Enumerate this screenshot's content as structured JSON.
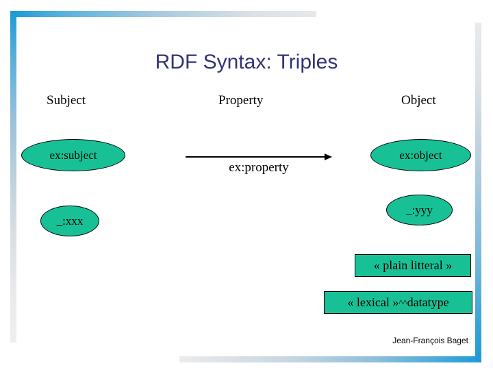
{
  "slide": {
    "title": "RDF Syntax: Triples",
    "title_color": "#333377",
    "footer_author": "Jean-François Baget",
    "background": "#ffffff"
  },
  "theme": {
    "accent_blue": "#1c9ad6",
    "fade_gray": "#e9eaec",
    "node_green": "#18c195",
    "node_outline": "#000000"
  },
  "columns": [
    {
      "key": "subject",
      "label": "Subject"
    },
    {
      "key": "property",
      "label": "Property"
    },
    {
      "key": "object",
      "label": "Object"
    }
  ],
  "diagram": {
    "subject_node": {
      "label": "ex:subject",
      "shape": "ellipse"
    },
    "object_node": {
      "label": "ex:object",
      "shape": "ellipse"
    },
    "blank_subject_node": {
      "label": "_:xxx",
      "shape": "ellipse"
    },
    "blank_object_node": {
      "label": "_:yyy",
      "shape": "ellipse"
    },
    "plain_literal_node": {
      "label": "« plain litteral »",
      "shape": "rect"
    },
    "typed_literal_node": {
      "label_prefix": "« lexical »",
      "label_caret": "^^",
      "label_suffix": "datatype",
      "shape": "rect"
    },
    "property_arrow": {
      "label": "ex:property",
      "icon": "arrow-right-icon",
      "direction": "right"
    }
  }
}
